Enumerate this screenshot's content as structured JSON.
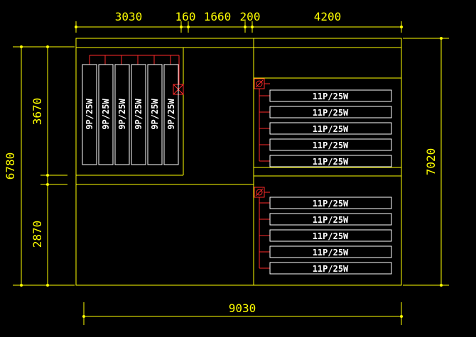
{
  "colors": {
    "background": "#000000",
    "dimension": "#ffff00",
    "frame": "#ffff00",
    "box": "#ffffff",
    "wire": "#ff2a2a"
  },
  "dimensions": {
    "top": [
      "3030",
      "160",
      "1660",
      "200",
      "4200"
    ],
    "left_outer": "6780",
    "left_upper": "3670",
    "left_lower": "2870",
    "right": "7020",
    "bottom": "9030"
  },
  "left_group": {
    "units": [
      "9P/25W",
      "9P/25W",
      "9P/25W",
      "9P/25W",
      "9P/25W",
      "9P/25W"
    ]
  },
  "right_group_upper": {
    "units": [
      "11P/25W",
      "11P/25W",
      "11P/25W",
      "11P/25W",
      "11P/25W"
    ]
  },
  "right_group_lower": {
    "units": [
      "11P/25W",
      "11P/25W",
      "11P/25W",
      "11P/25W",
      "11P/25W"
    ]
  }
}
